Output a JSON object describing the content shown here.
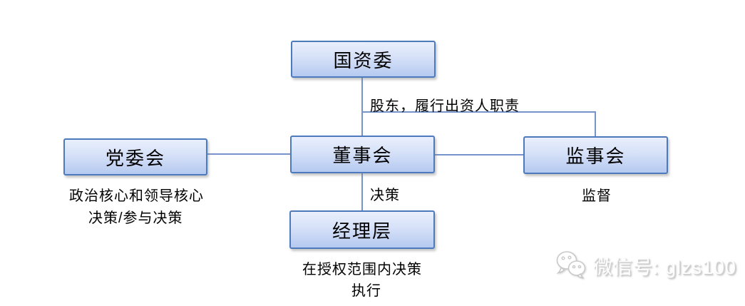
{
  "diagram": {
    "title": "state-owned enterprise governance structure",
    "nodes": [
      {
        "id": "guoziwei",
        "label": "国资委"
      },
      {
        "id": "dangweihui",
        "label": "党委会"
      },
      {
        "id": "dongshihui",
        "label": "董事会"
      },
      {
        "id": "jianshihui",
        "label": "监事会"
      },
      {
        "id": "jinglicen",
        "label": "经理层"
      }
    ],
    "annotations": {
      "shareholder": "股东，履行出资人职责",
      "party_role_line1": "政治核心和领导核心",
      "party_role_line2": "决策/参与决策",
      "board_role": "决策",
      "supervisor_role": "监督",
      "manager_role_line1": "在授权范围内决策",
      "manager_role_line2": "执行"
    },
    "edges": [
      {
        "from": "guoziwei",
        "to": "dongshihui",
        "label": "股东，履行出资人职责"
      },
      {
        "from": "guoziwei",
        "to": "jianshihui",
        "label": "股东，履行出资人职责"
      },
      {
        "from": "dangweihui",
        "to": "dongshihui",
        "label": ""
      },
      {
        "from": "dongshihui",
        "to": "jianshihui",
        "label": ""
      },
      {
        "from": "dongshihui",
        "to": "jinglicen",
        "label": "决策"
      }
    ]
  },
  "watermark": {
    "icon": "wechat-icon",
    "text": "微信号: glzs100"
  },
  "colors": {
    "node_border": "#4d79bd",
    "node_fill_top": "#e9effc",
    "node_fill_bottom": "#b5c9f0",
    "connector": "#7693cb",
    "text": "#000000",
    "watermark": "#cfcfcf",
    "background": "#ffffff"
  }
}
